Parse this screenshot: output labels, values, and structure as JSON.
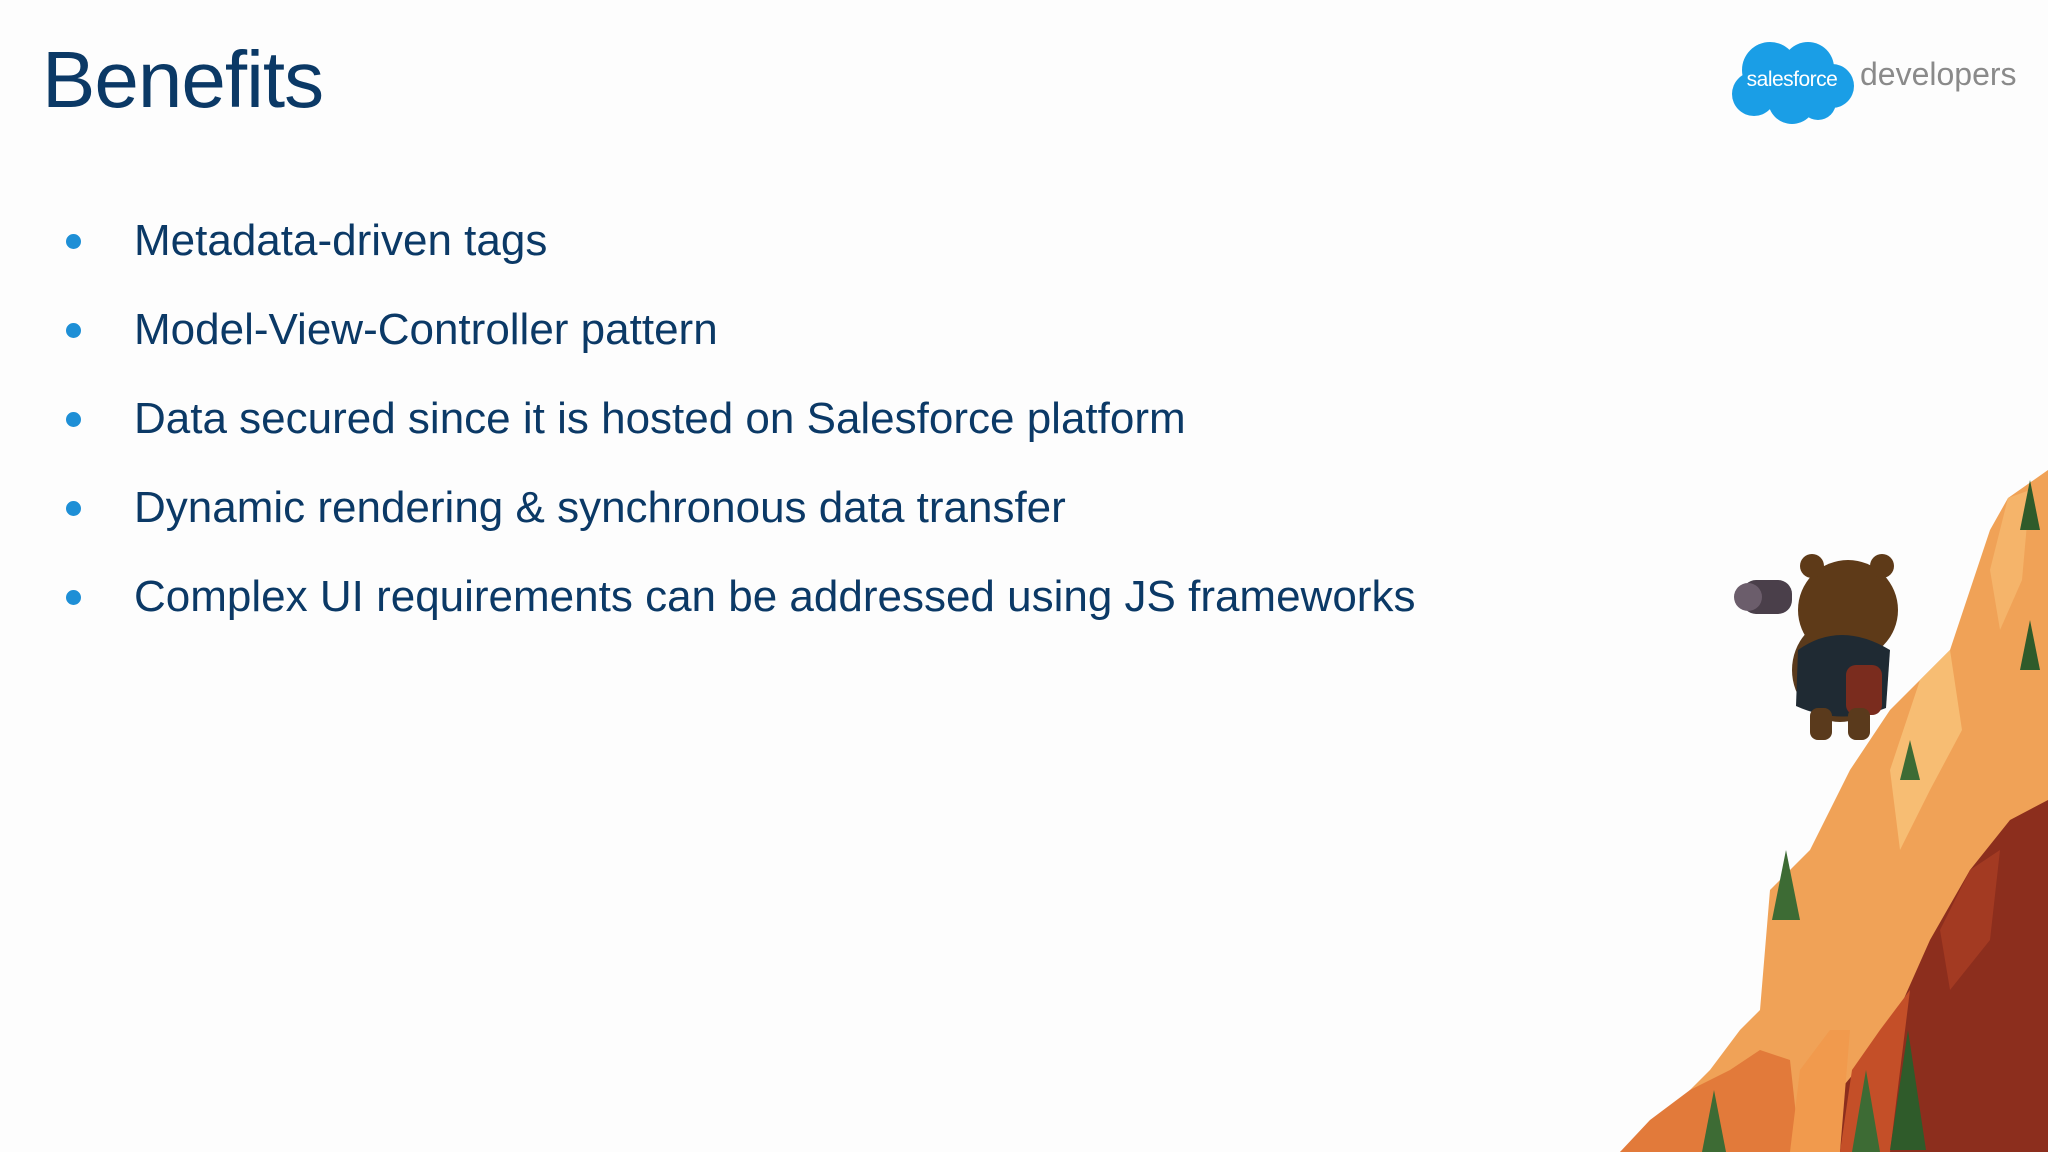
{
  "slide": {
    "title": "Benefits",
    "logo": {
      "cloud_text": "salesforce",
      "suffix": "developers",
      "cloud_color": "#1a9ee6"
    },
    "bullets": [
      "Metadata-driven tags",
      "Model-View-Controller pattern",
      "Data secured since it is hosted on Salesforce platform",
      "Dynamic rendering & synchronous data transfer",
      "Complex UI requirements can be addressed using JS frameworks"
    ],
    "colors": {
      "title": "#0b3966",
      "bullet_text": "#0b3966",
      "bullet_dot": "#1e8fd6",
      "background": "#fdfdfd"
    },
    "illustration": "mascot-on-mountain-with-binoculars"
  }
}
